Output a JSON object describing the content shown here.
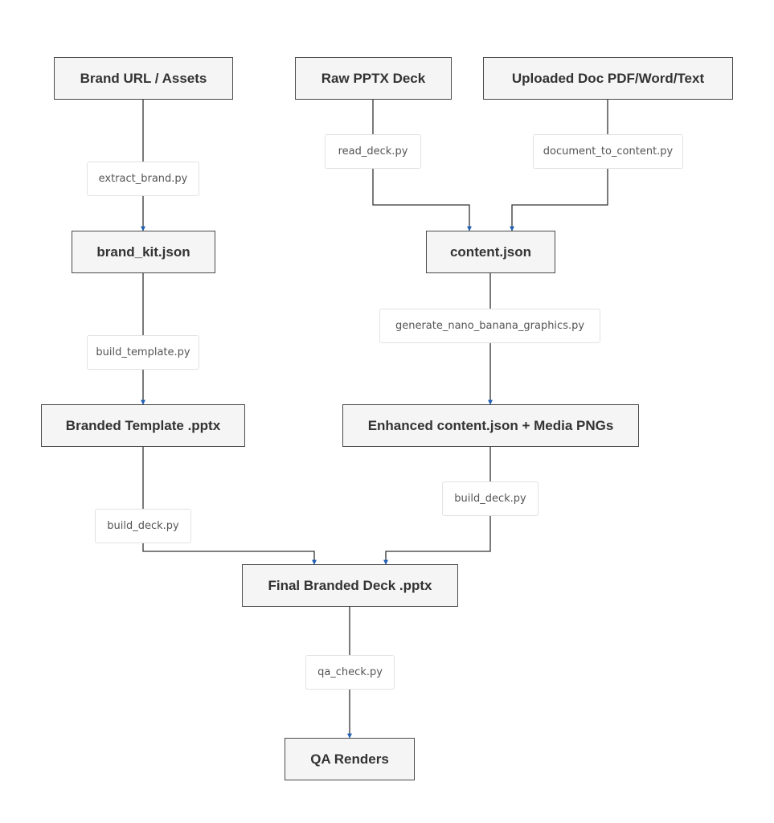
{
  "nodes": {
    "brand_url": "Brand URL / Assets",
    "raw_pptx": "Raw PPTX Deck",
    "uploaded_doc": "Uploaded Doc PDF/Word/Text",
    "brand_kit": "brand_kit.json",
    "content_json": "content.json",
    "branded_template": "Branded Template .pptx",
    "enhanced_content": "Enhanced content.json + Media PNGs",
    "final_deck": "Final Branded Deck .pptx",
    "qa_renders": "QA Renders"
  },
  "edge_labels": {
    "extract_brand": "extract_brand.py",
    "read_deck": "read_deck.py",
    "document_to_content": "document_to_content.py",
    "generate_graphics": "generate_nano_banana_graphics.py",
    "build_template": "build_template.py",
    "build_deck_left": "build_deck.py",
    "build_deck_right": "build_deck.py",
    "qa_check": "qa_check.py"
  },
  "colors": {
    "arrowhead": "#1f5fb4",
    "edge": "#333333",
    "node_fill": "#f5f5f5",
    "node_border": "#4a4a4a"
  }
}
